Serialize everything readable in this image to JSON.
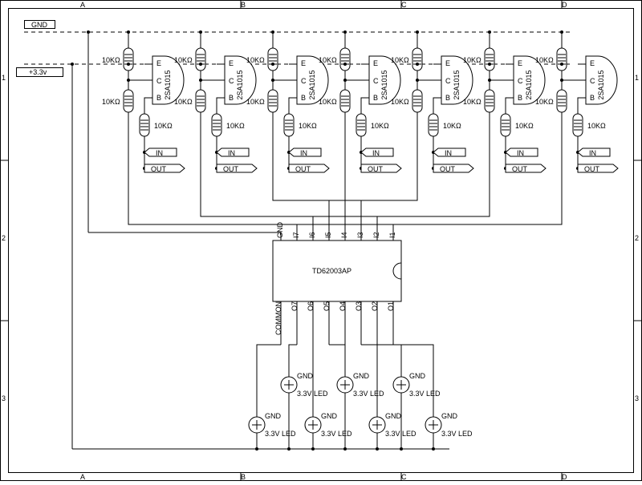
{
  "border": {
    "columns": [
      "A",
      "B",
      "C",
      "D"
    ],
    "rows": [
      "1",
      "2",
      "3"
    ]
  },
  "rails": {
    "gnd_label": "GND",
    "vcc_label": "+3.3v"
  },
  "channels": [
    {
      "transistor": "2SA1015",
      "pins": {
        "e": "E",
        "c": "C",
        "b": "B"
      },
      "r_top": "10KΩ",
      "r_mid": "10KΩ",
      "r_base": "10KΩ",
      "in_label": "IN",
      "out_label": "OUT"
    },
    {
      "transistor": "2SA1015",
      "pins": {
        "e": "E",
        "c": "C",
        "b": "B"
      },
      "r_top": "10KΩ",
      "r_mid": "10KΩ",
      "r_base": "10KΩ",
      "in_label": "IN",
      "out_label": "OUT"
    },
    {
      "transistor": "2SA1015",
      "pins": {
        "e": "E",
        "c": "C",
        "b": "B"
      },
      "r_top": "10KΩ",
      "r_mid": "10KΩ",
      "r_base": "10KΩ",
      "in_label": "IN",
      "out_label": "OUT"
    },
    {
      "transistor": "2SA1015",
      "pins": {
        "e": "E",
        "c": "C",
        "b": "B"
      },
      "r_top": "10KΩ",
      "r_mid": "10KΩ",
      "r_base": "10KΩ",
      "in_label": "IN",
      "out_label": "OUT"
    },
    {
      "transistor": "2SA1015",
      "pins": {
        "e": "E",
        "c": "C",
        "b": "B"
      },
      "r_top": "10KΩ",
      "r_mid": "10KΩ",
      "r_base": "10KΩ",
      "in_label": "IN",
      "out_label": "OUT"
    },
    {
      "transistor": "2SA1015",
      "pins": {
        "e": "E",
        "c": "C",
        "b": "B"
      },
      "r_top": "10KΩ",
      "r_mid": "10KΩ",
      "r_base": "10KΩ",
      "in_label": "IN",
      "out_label": "OUT"
    },
    {
      "transistor": "2SA1015",
      "pins": {
        "e": "E",
        "c": "C",
        "b": "B"
      },
      "r_top": "10KΩ",
      "r_mid": "10KΩ",
      "r_base": "10KΩ",
      "in_label": "IN",
      "out_label": "OUT"
    }
  ],
  "ic": {
    "name": "TD62003AP",
    "top_pins": [
      "GND",
      "I7",
      "I6",
      "I5",
      "I4",
      "I3",
      "I2",
      "I1"
    ],
    "bottom_pins": [
      "COMMON",
      "O7",
      "O6",
      "O5",
      "O4",
      "O3",
      "O2",
      "O1"
    ]
  },
  "leds": [
    {
      "gnd": "GND",
      "label": "3.3V LED"
    },
    {
      "gnd": "GND",
      "label": "3.3V LED"
    },
    {
      "gnd": "GND",
      "label": "3.3V LED"
    },
    {
      "gnd": "GND",
      "label": "3.3V LED"
    },
    {
      "gnd": "GND",
      "label": "3.3V LED"
    },
    {
      "gnd": "GND",
      "label": "3.3V LED"
    },
    {
      "gnd": "GND",
      "label": "3.3V LED"
    }
  ]
}
